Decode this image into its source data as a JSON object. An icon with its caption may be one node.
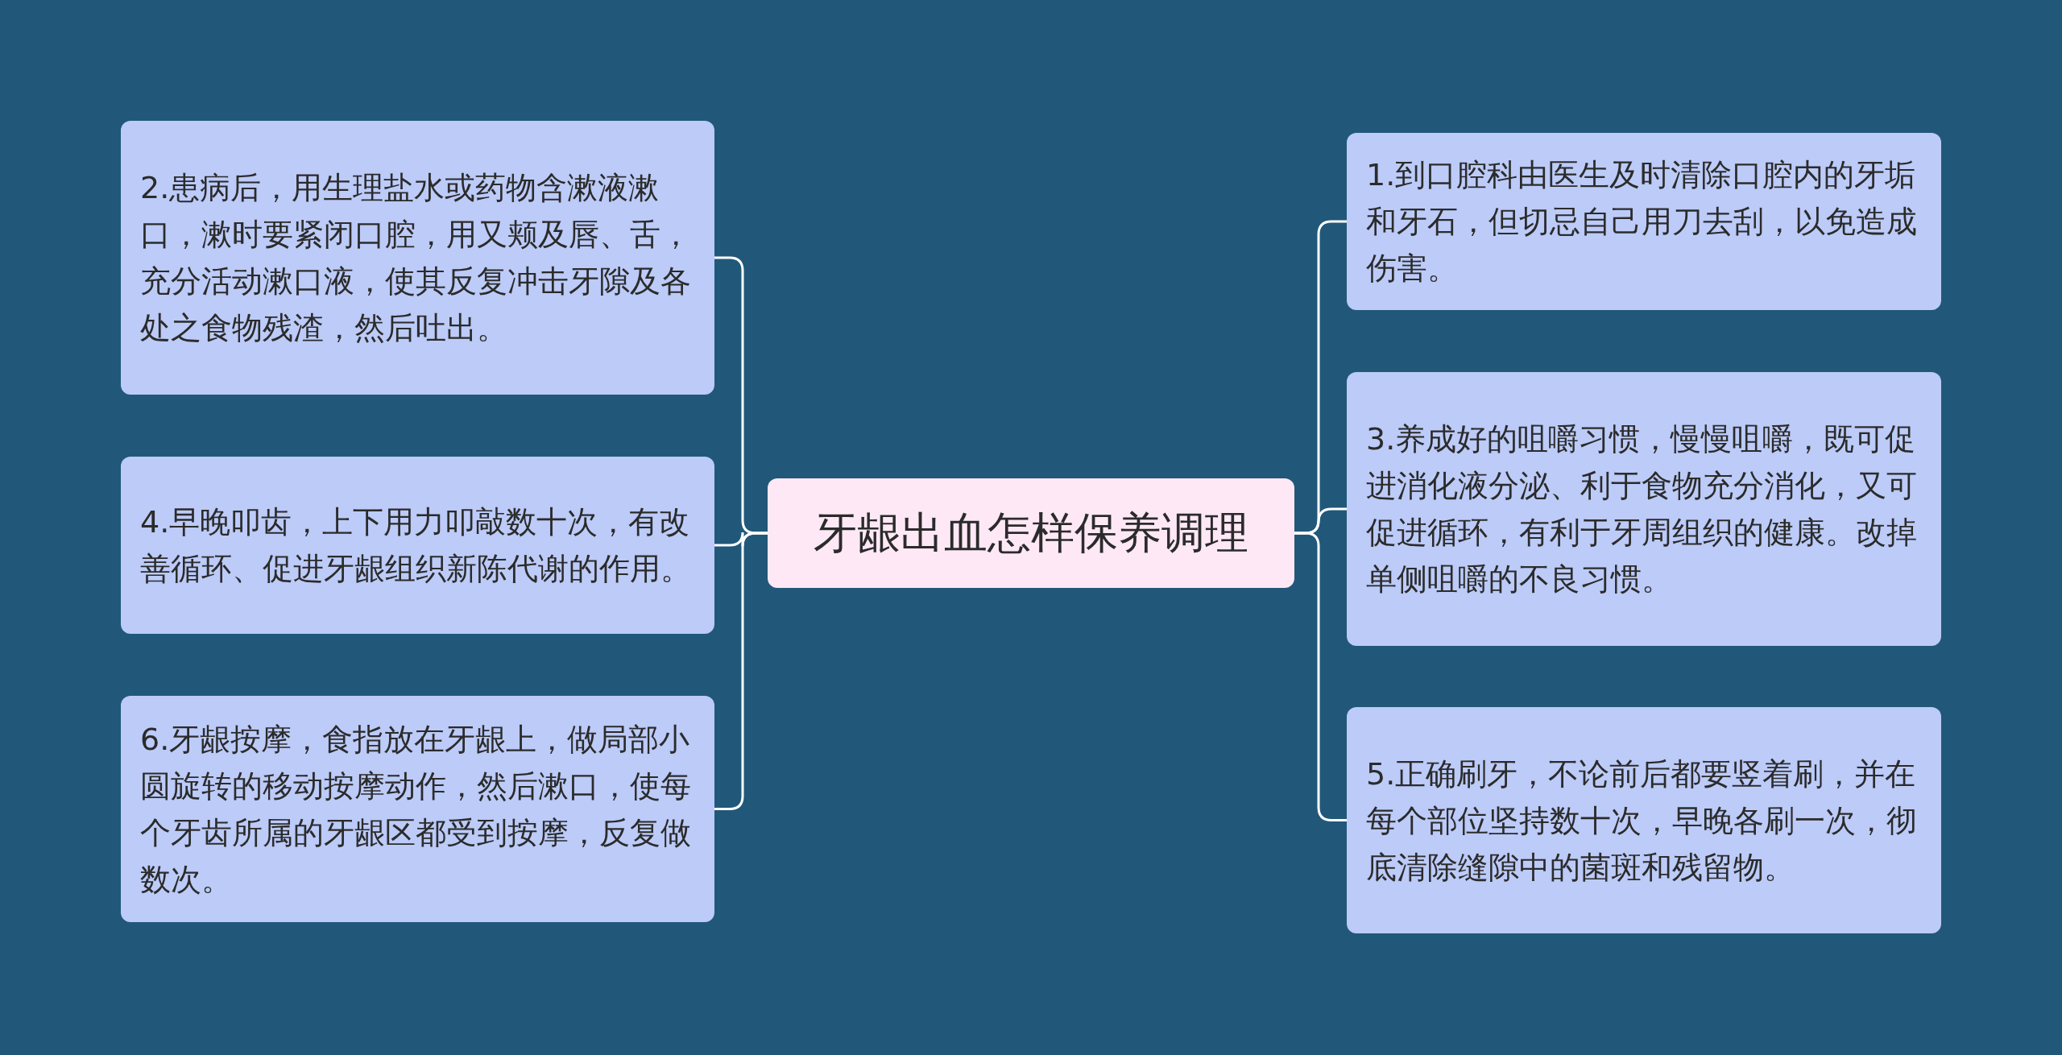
{
  "diagram": {
    "nodes": [
      {
        "text": [
          "牙龈出血怎样保养调理"
        ]
      },
      {
        "text": [
          "2.患病后，用生理盐水或药物含漱液漱口，漱时要紧闭口腔，用又颊及唇、舌，充分活动漱口液，使其反复冲击牙隙及各处之食物残渣，然后吐出。"
        ]
      },
      {
        "text": [
          "4.早晚叩齿，上下用力叩敲数十次，有改善循环、促进牙龈组织新陈代谢的作用。"
        ]
      },
      {
        "text": [
          "6.牙龈按摩，食指放在牙龈上，做局部小圆旋转的移动按摩动作，然后漱口，使每个牙齿所属的牙龈区都受到按摩，反复做数次。"
        ]
      },
      {
        "text": [
          "1.到口腔科由医生及时清除口腔内的牙垢和牙石，但切忌自己用刀去刮，以免造成伤害。"
        ]
      },
      {
        "text": [
          "3.养成好的咀嚼习惯，慢慢咀嚼，既可促进消化液分泌、利于食物充分消化，又可促进循环，有利于牙周组织的健康。改掉单侧咀嚼的不良习惯。"
        ]
      },
      {
        "text": [
          "5.正确刷牙，不论前后都要竖着刷，并在每个部位坚持数十次，早晚各刷一次，彻底清除缝隙中的菌斑和残留物。"
        ]
      }
    ],
    "edges": [
      {
        "from": 0,
        "to": 1,
        "arrow": "none"
      },
      {
        "from": 0,
        "to": 2,
        "arrow": "none"
      },
      {
        "from": 0,
        "to": 3,
        "arrow": "none"
      },
      {
        "from": 0,
        "to": 4,
        "arrow": "none"
      },
      {
        "from": 0,
        "to": 5,
        "arrow": "none"
      },
      {
        "from": 0,
        "to": 6,
        "arrow": "none"
      }
    ]
  }
}
